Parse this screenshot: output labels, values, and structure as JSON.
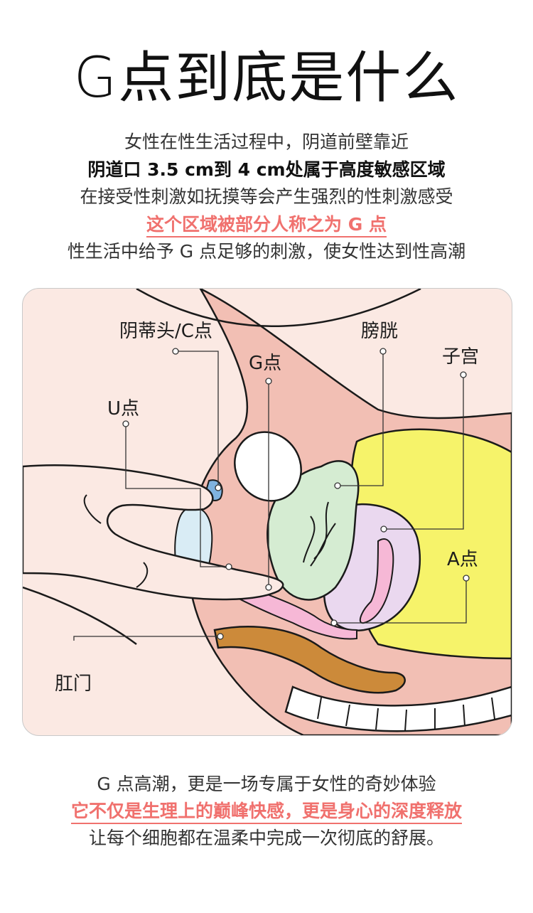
{
  "title": "G点到底是什么",
  "intro": {
    "line1": "女性在性生活过程中，阴道前壁靠近",
    "line2": "阴道口 3.5 cm到 4 cm处属于高度敏感区域",
    "line3": "在接受性刺激如抚摸等会产生强烈的性刺激感受",
    "line4": "这个区域被部分人称之为 G 点",
    "line5": "性生活中给予 G 点足够的刺激，使女性达到性高潮"
  },
  "labels": {
    "clitoris": "阴蒂头/C点",
    "g_spot": "G点",
    "bladder": "膀胱",
    "uterus": "子宫",
    "u_spot": "U点",
    "a_spot": "A点",
    "anus": "肛门"
  },
  "outro": {
    "line1": "G 点高潮，更是一场专属于女性的奇妙体验",
    "line2": "它不仅是生理上的巅峰快感，更是身心的深度释放",
    "line3": "让每个细胞都在温柔中完成一次彻底的舒展。"
  },
  "colors": {
    "accent": "#f0716e",
    "uterus_fill": "#f6f36a",
    "bladder_fill": "#d5ecd2",
    "body_fill": "#f2bfb4",
    "rectum_fill": "#cc8a3a",
    "vagina_fill": "#f6b8d6",
    "background_skin": "#fbe9e3"
  }
}
